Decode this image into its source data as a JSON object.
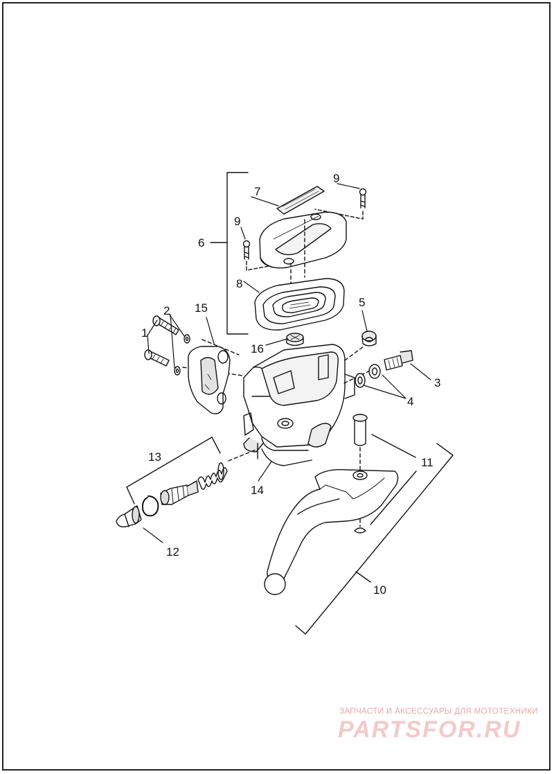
{
  "diagram": {
    "callouts": {
      "c1": "1",
      "c2": "2",
      "c3": "3",
      "c4": "4",
      "c5": "5",
      "c6": "6",
      "c7": "7",
      "c8": "8",
      "c9a": "9",
      "c9b": "9",
      "c10": "10",
      "c11": "11",
      "c12": "12",
      "c13": "13",
      "c14": "14",
      "c15": "15",
      "c16": "16"
    }
  },
  "watermark": {
    "caption": "ЗАПЧАСТИ И АКСЕССУАРЫ ДЛЯ МОТОТЕХНИКИ",
    "brand": "PARTSFOR.RU"
  },
  "colors": {
    "line": "#111111",
    "shade": "#d8d8d8",
    "watermark": "#f4c9c9"
  }
}
